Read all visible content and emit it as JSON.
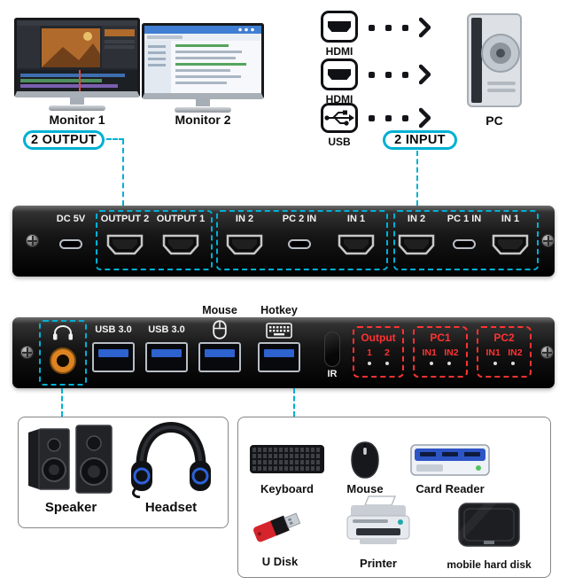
{
  "colors": {
    "accent_cyan": "#00b0d4",
    "led_red": "#ff3232",
    "usb_blue": "#2e62cf",
    "jack_orange": "#dd8322"
  },
  "top_left": {
    "monitor1": "Monitor 1",
    "monitor2": "Monitor 2",
    "badge": "2 OUTPUT"
  },
  "top_right": {
    "labels": [
      "HDMI",
      "HDMI",
      "USB"
    ],
    "pc": "PC",
    "badge": "2 INPUT"
  },
  "back_panel": {
    "dc": "DC 5V",
    "outputs": [
      "OUTPUT 2",
      "OUTPUT 1"
    ],
    "groups": [
      {
        "left": "IN 2",
        "mid": "PC 2 IN",
        "right": "IN 1"
      },
      {
        "left": "IN 2",
        "mid": "PC 1 IN",
        "right": "IN 1"
      }
    ]
  },
  "front_panel": {
    "labels": [
      "USB 3.0",
      "USB 3.0",
      "Mouse",
      "Hotkey"
    ],
    "ir": "IR",
    "led_groups": [
      {
        "title": "Output",
        "leds": [
          "1",
          "2"
        ]
      },
      {
        "title": "PC1",
        "leds": [
          "IN1",
          "IN2"
        ]
      },
      {
        "title": "PC2",
        "leds": [
          "IN1",
          "IN2"
        ]
      }
    ]
  },
  "bottom_left": {
    "labels": [
      "Speaker",
      "Headset"
    ]
  },
  "bottom_right": {
    "row1": [
      "Keyboard",
      "Mouse",
      "Card Reader"
    ],
    "row2": [
      "U Disk",
      "Printer",
      "mobile hard disk"
    ]
  }
}
